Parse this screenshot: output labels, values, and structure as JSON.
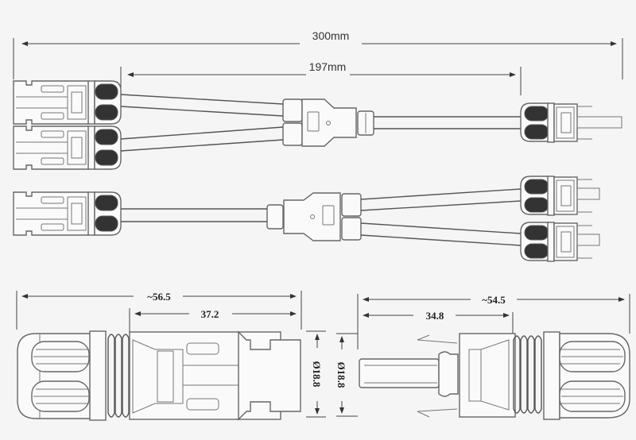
{
  "diagram": {
    "title": "MC4 Y-branch cable connector dimensions",
    "top_assembly": {
      "overall_length_label": "300mm",
      "branch_length_label": "197mm"
    },
    "male_connector": {
      "length_label": "~56.5",
      "body_length_label": "37.2",
      "diameter_label": "Ø18.8"
    },
    "female_connector": {
      "length_label": "~54.5",
      "body_length_label": "34.8",
      "diameter_label": "Ø18.8"
    },
    "colors": {
      "background": "#f5f5f5",
      "line": "#555555",
      "seal": "#333333"
    }
  }
}
